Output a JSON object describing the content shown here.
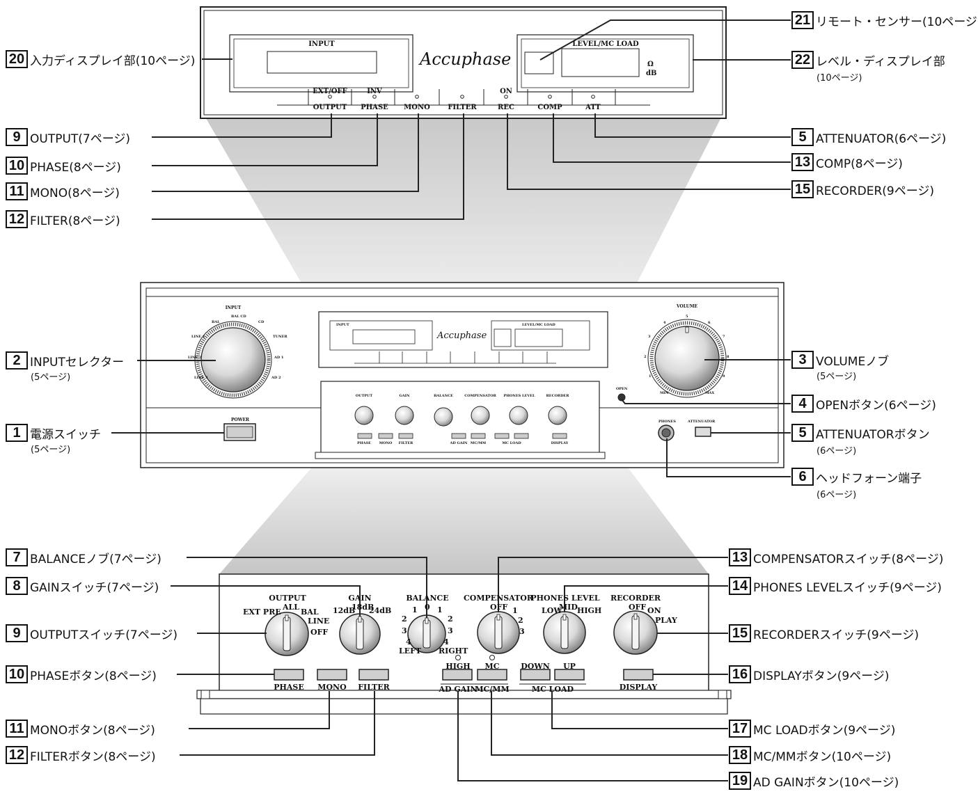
{
  "top_display": {
    "input_title": "INPUT",
    "level_title": "LEVEL/MC LOAD",
    "logo": "Accuphase",
    "ohm": "Ω",
    "db": "dB",
    "indicators": [
      {
        "top": "EXT/OFF",
        "label": "OUTPUT"
      },
      {
        "top": "INV",
        "label": "PHASE"
      },
      {
        "top": "",
        "label": "MONO"
      },
      {
        "top": "",
        "label": "FILTER"
      },
      {
        "top": "ON",
        "label": "REC"
      },
      {
        "top": "",
        "label": "COMP"
      },
      {
        "top": "",
        "label": "ATT"
      }
    ]
  },
  "front_panel": {
    "input_title": "INPUT",
    "input_positions": [
      "BAL",
      "BAL CD",
      "CD",
      "TUNER",
      "AD 1",
      "AD 2",
      "LINE 3",
      "LINE 2",
      "LINE 1"
    ],
    "volume_title": "VOLUME",
    "volume_scale": [
      "1",
      "2",
      "3",
      "4",
      "5",
      "6",
      "7",
      "8",
      "9"
    ],
    "volume_min": "MIN",
    "volume_max": "MAX",
    "power": "POWER",
    "open": "OPEN",
    "phones": "PHONES",
    "attenuator": "ATTENUATOR",
    "sub_labels": {
      "output": "OUTPUT",
      "output_opts": "EXT PRE  ALL  BAL  LINE  OFF",
      "gain": "GAIN",
      "gain_opts": "12dB 18dB 24dB",
      "balance": "BALANCE",
      "balance_opts": "1 0 1",
      "compensator": "COMPENSATOR",
      "comp_opts": "OFF 1 2 3",
      "phones_level": "PHONES LEVEL",
      "pl_opts": "LOW MID HIGH",
      "recorder": "RECORDER",
      "rec_opts": "OFF ON PLAY",
      "phase": "PHASE",
      "mono": "MONO",
      "filter": "FILTER",
      "high": "HIGH",
      "mc": "MC",
      "ad_gain": "AD GAIN",
      "mcmm": "MC/MM",
      "down": "DOWN",
      "up": "UP",
      "mc_load": "MC LOAD",
      "display": "DISPLAY",
      "left": "LEFT",
      "right": "RIGHT"
    }
  },
  "sub_panel": {
    "output": "OUTPUT",
    "output_ext_pre": "EXT PRE",
    "output_all": "ALL",
    "output_bal": "BAL",
    "output_line": "LINE",
    "output_off": "OFF",
    "gain": "GAIN",
    "gain_12": "12dB",
    "gain_18": "18dB",
    "gain_24": "24dB",
    "balance": "BALANCE",
    "bal_1l": "1",
    "bal_0": "0",
    "bal_1r": "1",
    "bal_2l": "2",
    "bal_2r": "2",
    "bal_3l": "3",
    "bal_3r": "3",
    "bal_4l": "4",
    "bal_4r": "4",
    "left": "LEFT",
    "right": "RIGHT",
    "compensator": "COMPENSATOR",
    "comp_off": "OFF",
    "comp_1": "1",
    "comp_2": "2",
    "comp_3": "3",
    "phones_level": "PHONES LEVEL",
    "pl_low": "LOW",
    "pl_mid": "MID",
    "pl_high": "HIGH",
    "recorder": "RECORDER",
    "rec_off": "OFF",
    "rec_on": "ON",
    "rec_play": "PLAY",
    "phase": "PHASE",
    "mono": "MONO",
    "filter": "FILTER",
    "high": "HIGH",
    "ad_gain": "AD GAIN",
    "mc": "MC",
    "mcmm": "MC/MM",
    "down": "DOWN",
    "up": "UP",
    "mc_load": "MC LOAD",
    "display": "DISPLAY"
  },
  "callouts": {
    "c20": {
      "num": "20",
      "label": "入力ディスプレイ部(10ページ)"
    },
    "c9a": {
      "num": "9",
      "label": "OUTPUT(7ページ)"
    },
    "c10a": {
      "num": "10",
      "label": "PHASE(8ページ)"
    },
    "c11a": {
      "num": "11",
      "label": "MONO(8ページ)"
    },
    "c12a": {
      "num": "12",
      "label": "FILTER(8ページ)"
    },
    "c21": {
      "num": "21",
      "label": "リモート・センサー(10ページ)"
    },
    "c22": {
      "num": "22",
      "label": "レベル・ディスプレイ部",
      "sub": "(10ページ)"
    },
    "c5a": {
      "num": "5",
      "label": "ATTENUATOR(6ページ)"
    },
    "c13a": {
      "num": "13",
      "label": "COMP(8ページ)"
    },
    "c15a": {
      "num": "15",
      "label": "RECORDER(9ページ)"
    },
    "c2": {
      "num": "2",
      "label": "INPUTセレクター",
      "sub": "(5ページ)"
    },
    "c1": {
      "num": "1",
      "label": "電源スイッチ",
      "sub": "(5ページ)"
    },
    "c3": {
      "num": "3",
      "label": "VOLUMEノブ",
      "sub": "(5ページ)"
    },
    "c4": {
      "num": "4",
      "label": "OPENボタン(6ページ)"
    },
    "c5b": {
      "num": "5",
      "label": "ATTENUATORボタン",
      "sub": "(6ページ)"
    },
    "c6": {
      "num": "6",
      "label": "ヘッドフォーン端子",
      "sub": "(6ページ)"
    },
    "c7": {
      "num": "7",
      "label": "BALANCEノブ(7ページ)"
    },
    "c8": {
      "num": "8",
      "label": "GAINスイッチ(7ページ)"
    },
    "c9b": {
      "num": "9",
      "label": "OUTPUTスイッチ(7ページ)"
    },
    "c10b": {
      "num": "10",
      "label": "PHASEボタン(8ページ)"
    },
    "c11b": {
      "num": "11",
      "label": "MONOボタン(8ページ)"
    },
    "c12b": {
      "num": "12",
      "label": "FILTERボタン(8ページ)"
    },
    "c13b": {
      "num": "13",
      "label": "COMPENSATORスイッチ(8ページ)"
    },
    "c14": {
      "num": "14",
      "label": "PHONES LEVELスイッチ(9ページ)"
    },
    "c15b": {
      "num": "15",
      "label": "RECORDERスイッチ(9ページ)"
    },
    "c16": {
      "num": "16",
      "label": "DISPLAYボタン(9ページ)"
    },
    "c17": {
      "num": "17",
      "label": "MC LOADボタン(9ページ)"
    },
    "c18": {
      "num": "18",
      "label": "MC/MMボタン(10ページ)"
    },
    "c19": {
      "num": "19",
      "label": "AD GAINボタン(10ページ)"
    }
  }
}
